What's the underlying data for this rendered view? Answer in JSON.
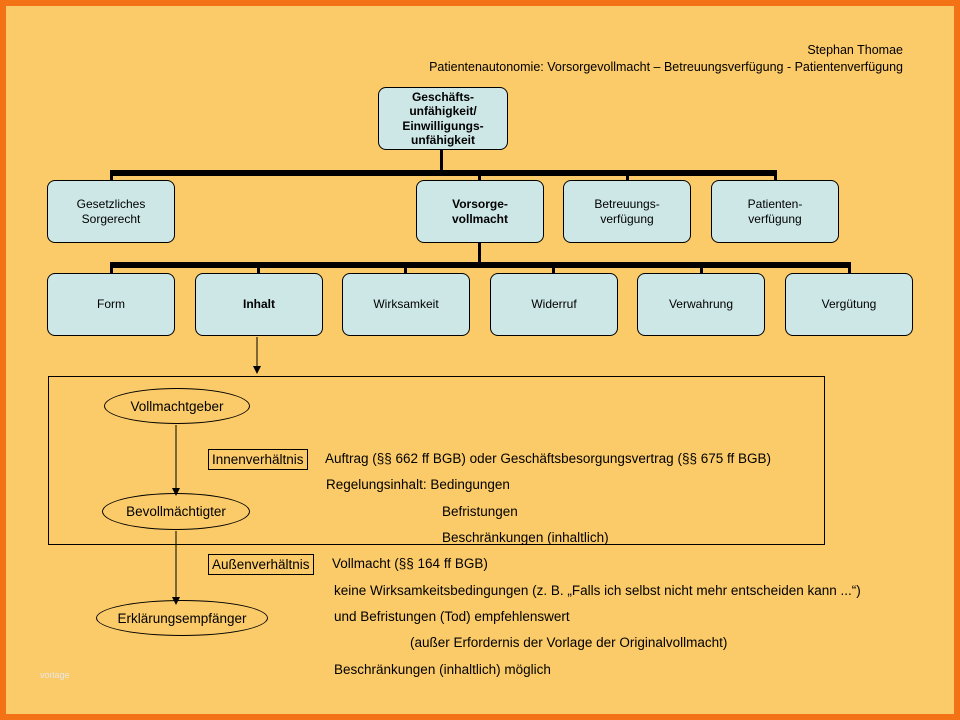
{
  "header": {
    "author": "Stephan Thomae",
    "title": "Patientenautonomie: Vorsorgevollmacht – Betreuungsverfügung - Patientenverfügung"
  },
  "tree": {
    "root": "Geschäfts-\nunfähigkeit/\nEinwilligungs-\nunfähigkeit",
    "level1": [
      "Gesetzliches\nSorgerecht",
      "Vorsorge-\nvollmacht",
      "Betreuungs-\nverfügung",
      "Patienten-\nverfügung"
    ],
    "level2": [
      "Form",
      "Inhalt",
      "Wirksamkeit",
      "Widerruf",
      "Verwahrung",
      "Vergütung"
    ]
  },
  "parties": {
    "vollmachtgeber": "Vollmachtgeber",
    "bevollmaechtigter": "Bevollmächtigter",
    "erklaerungsempfaenger": "Erklärungsempfänger"
  },
  "innen": {
    "label": "Innenverhältnis",
    "line1": "Auftrag (§§ 662 ff BGB) oder Geschäftsbesorgungsvertrag (§§ 675 ff BGB)",
    "line2": "Regelungsinhalt:  Bedingungen",
    "line3": "Befristungen",
    "line4": "Beschränkungen (inhaltlich)"
  },
  "aussen": {
    "label": "Außenverhältnis",
    "line1": "Vollmacht (§§ 164 ff BGB)",
    "line2": "keine Wirksamkeitsbedingungen (z. B. „Falls ich selbst nicht mehr entscheiden kann ...“)",
    "line3": "und Befristungen (Tod) empfehlenswert",
    "line4": "(außer Erfordernis der Vorlage der Originalvollmacht)",
    "line5": "Beschränkungen (inhaltlich) möglich"
  },
  "watermark": "vorlage",
  "colors": {
    "background": "#fccb69",
    "border": "#f47216",
    "box": "#cde6e6"
  }
}
